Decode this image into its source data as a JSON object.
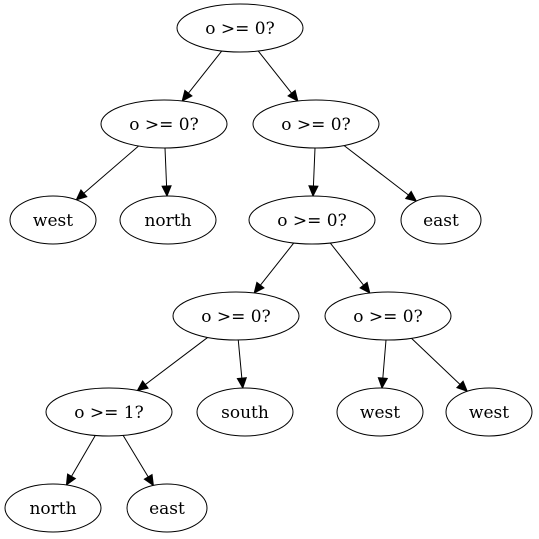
{
  "tree": {
    "nodes": [
      {
        "id": "n0",
        "label": "o >= 0?"
      },
      {
        "id": "n1",
        "label": "o >= 0?"
      },
      {
        "id": "n2",
        "label": "o >= 0?"
      },
      {
        "id": "n3",
        "label": "west"
      },
      {
        "id": "n4",
        "label": "north"
      },
      {
        "id": "n5",
        "label": "o >= 0?"
      },
      {
        "id": "n6",
        "label": "east"
      },
      {
        "id": "n7",
        "label": "o >= 0?"
      },
      {
        "id": "n8",
        "label": "o >= 0?"
      },
      {
        "id": "n9",
        "label": "o >= 1?"
      },
      {
        "id": "n10",
        "label": "south"
      },
      {
        "id": "n11",
        "label": "west"
      },
      {
        "id": "n12",
        "label": "west"
      },
      {
        "id": "n13",
        "label": "north"
      },
      {
        "id": "n14",
        "label": "east"
      }
    ],
    "edges": [
      {
        "from": "n0",
        "to": "n1"
      },
      {
        "from": "n0",
        "to": "n2"
      },
      {
        "from": "n1",
        "to": "n3"
      },
      {
        "from": "n1",
        "to": "n4"
      },
      {
        "from": "n2",
        "to": "n5"
      },
      {
        "from": "n2",
        "to": "n6"
      },
      {
        "from": "n5",
        "to": "n7"
      },
      {
        "from": "n5",
        "to": "n8"
      },
      {
        "from": "n7",
        "to": "n9"
      },
      {
        "from": "n7",
        "to": "n10"
      },
      {
        "from": "n8",
        "to": "n11"
      },
      {
        "from": "n8",
        "to": "n12"
      },
      {
        "from": "n9",
        "to": "n13"
      },
      {
        "from": "n9",
        "to": "n14"
      }
    ]
  }
}
